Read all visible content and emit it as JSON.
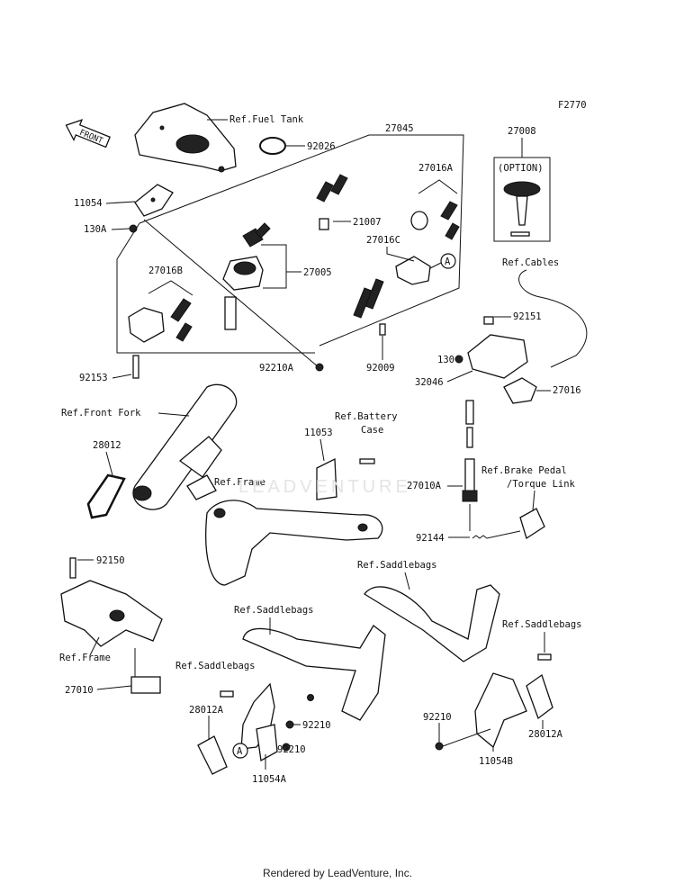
{
  "diagram": {
    "figure_code": "F2770",
    "footer": "Rendered by LeadVenture, Inc.",
    "watermark": "LEADVENTURE",
    "front_arrow": "FRONT",
    "option_label": "(OPTION)",
    "circle_marker": "A",
    "labels": {
      "ref_fuel_tank": "Ref.Fuel Tank",
      "p92026": "92026",
      "p27045": "27045",
      "p27008": "27008",
      "p11054": "11054",
      "p27016A": "27016A",
      "p130A": "130A",
      "p21007": "21007",
      "p27016C": "27016C",
      "p27016B": "27016B",
      "p27005": "27005",
      "ref_cables": "Ref.Cables",
      "p92151": "92151",
      "p92153": "92153",
      "p92210A": "92210A",
      "p92009": "92009",
      "p130": "130",
      "p32046": "32046",
      "p27016": "27016",
      "ref_front_fork": "Ref.Front Fork",
      "ref_battery_1": "Ref.Battery",
      "ref_battery_2": "Case",
      "p11053": "11053",
      "p28012": "28012",
      "ref_frame_top": "Ref.Frame",
      "p27010A": "27010A",
      "ref_brake_1": "Ref.Brake Pedal",
      "ref_brake_2": "/Torque Link",
      "p92144": "92144",
      "p92150": "92150",
      "ref_saddlebags_r": "Ref.Saddlebags",
      "ref_saddlebags_m": "Ref.Saddlebags",
      "ref_saddlebags_rr": "Ref.Saddlebags",
      "ref_frame_bottom": "Ref.Frame",
      "ref_saddlebags_l": "Ref.Saddlebags",
      "p27010": "27010",
      "p28012A_l": "28012A",
      "p92210_a": "92210",
      "p92210_b": "92210",
      "p92210_r": "92210",
      "p28012A_r": "28012A",
      "p11054A": "11054A",
      "p11054B": "11054B"
    }
  }
}
